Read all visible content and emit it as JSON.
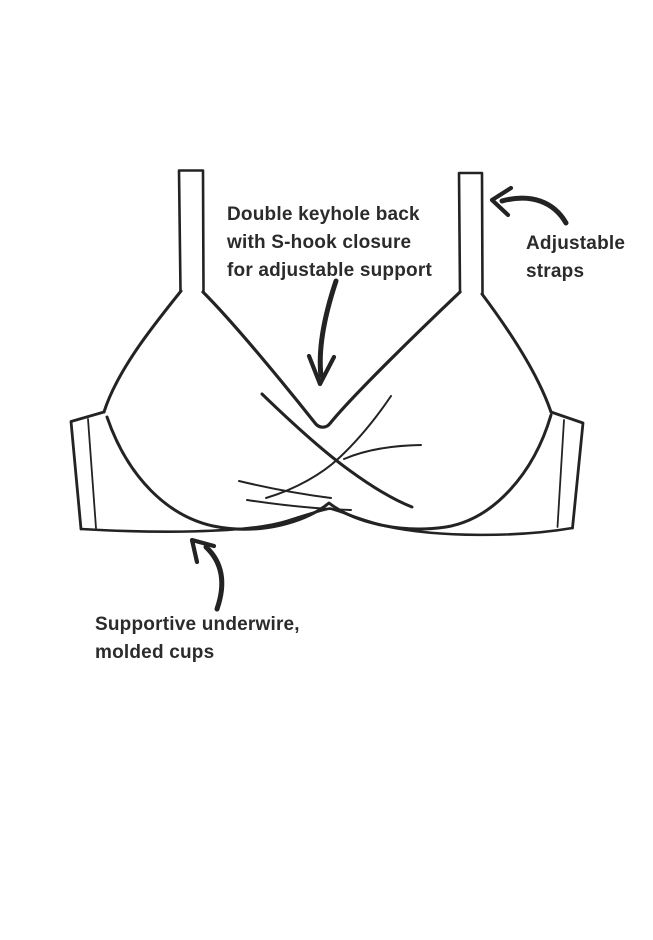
{
  "page": {
    "background": "#ffffff"
  },
  "colors": {
    "ink": "#232323",
    "label_text": "#2b2b2b"
  },
  "diagram": {
    "illustration": "bra-front-line-drawing",
    "labels": {
      "keyhole": "Double keyhole back\nwith S-hook closure\nfor adjustable support",
      "straps": "Adjustable\nstraps",
      "underwire": "Supportive underwire,\nmolded cups"
    },
    "icons": {
      "keyhole_arrow": "curved-arrow-down",
      "straps_arrow": "curved-arrow-up-left",
      "underwire_arrow": "curved-arrow-up-left"
    }
  }
}
